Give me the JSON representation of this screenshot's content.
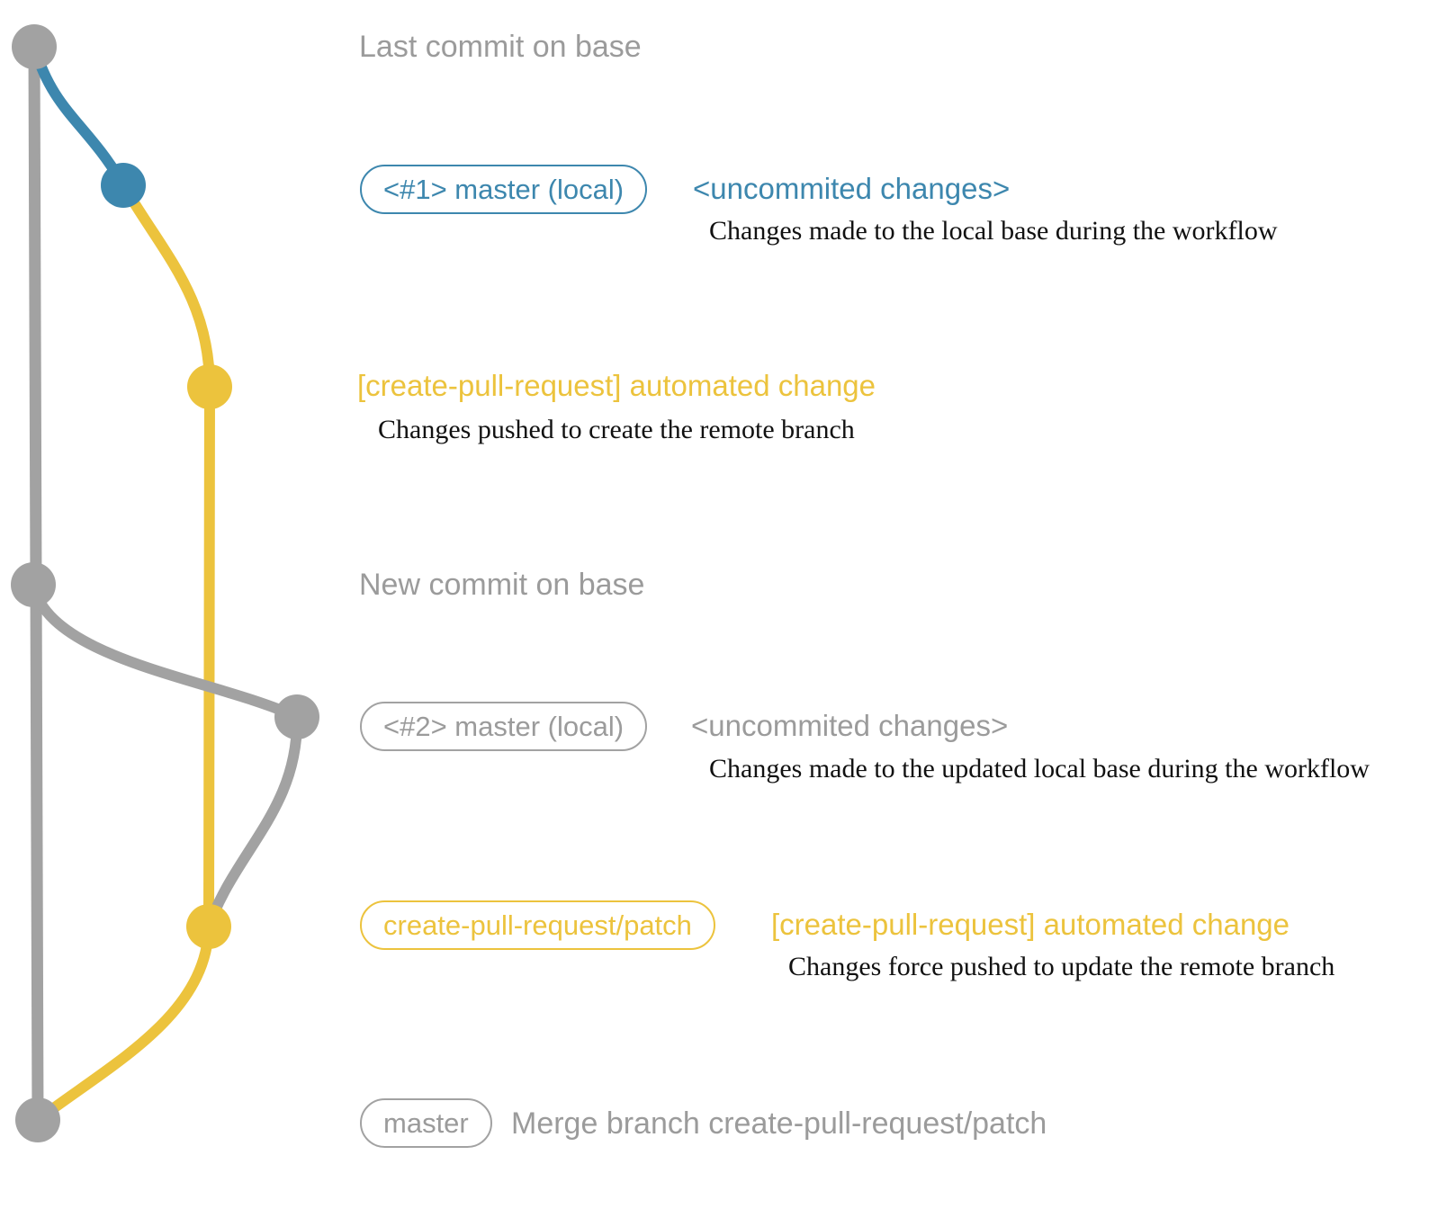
{
  "colors": {
    "gray": "#a2a2a2",
    "gray_text": "#9b9b9b",
    "blue": "#3d87ae",
    "yellow": "#ecc33d",
    "black": "#111111",
    "white": "#ffffff"
  },
  "annotations": {
    "last_commit": "Last commit on base",
    "row1": {
      "badge": "<#1> master (local)",
      "status": "<uncommited changes>",
      "description": "Changes made to the local base during the workflow"
    },
    "row2": {
      "title": "[create-pull-request] automated change",
      "description": "Changes pushed to create the remote branch"
    },
    "new_commit": "New commit on base",
    "row3": {
      "badge": "<#2> master (local)",
      "status": "<uncommited changes>",
      "description": "Changes made to the updated local base during the workflow"
    },
    "row4": {
      "badge": "create-pull-request/patch",
      "title": "[create-pull-request] automated change",
      "description": "Changes force pushed to update the remote branch"
    },
    "row5": {
      "badge": "master",
      "description": "Merge branch create-pull-request/patch"
    }
  }
}
